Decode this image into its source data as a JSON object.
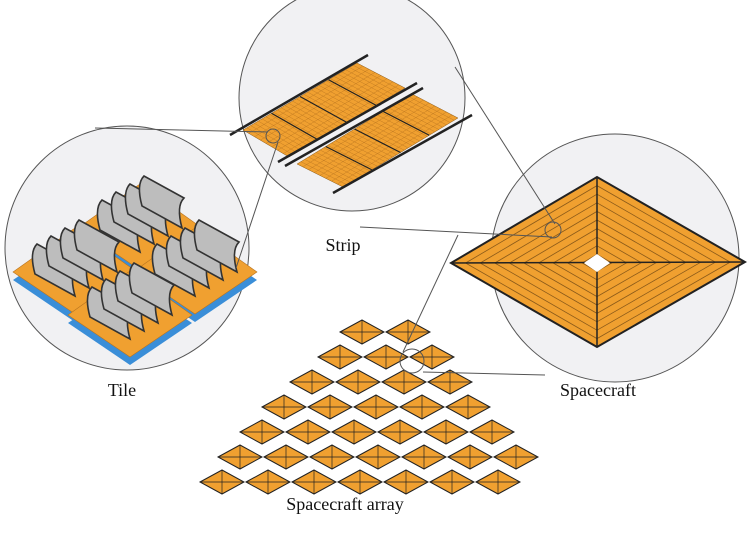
{
  "labels": {
    "tile": "Tile",
    "strip": "Strip",
    "spacecraft": "Spacecraft",
    "array": "Spacecraft array"
  },
  "colors": {
    "panel": "#F0A030",
    "circle_fill": "#F1F1F3",
    "outline": "#222222",
    "reflector": "#BDBDBD",
    "backing": "#3A8ED8"
  }
}
